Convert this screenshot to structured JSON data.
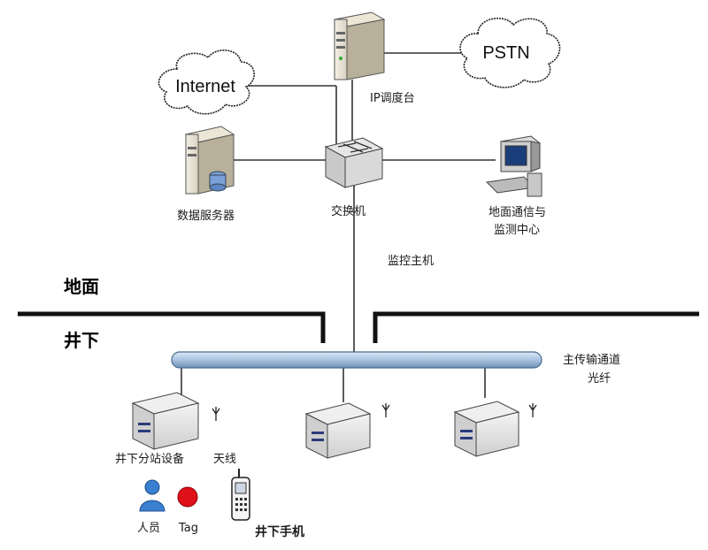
{
  "labels": {
    "internet": "Internet",
    "pstn": "PSTN",
    "ip_dispatcher": "IP调度台",
    "switch": "交换机",
    "db_server": "数据服务器",
    "monitor_center": [
      "地面通信与",
      "监测中心"
    ],
    "control_host": "监控主机",
    "ground": "地面",
    "underground": "井下",
    "backbone": [
      "主传输通道",
      "光纤"
    ],
    "substation": "井下分站设备",
    "antenna": "天线",
    "person": "人员",
    "tag": "Tag",
    "handset": "井下手机"
  },
  "colors": {
    "backbone": "#a9c3df",
    "tag": "#e0101a",
    "person": "#3a7fd0"
  }
}
